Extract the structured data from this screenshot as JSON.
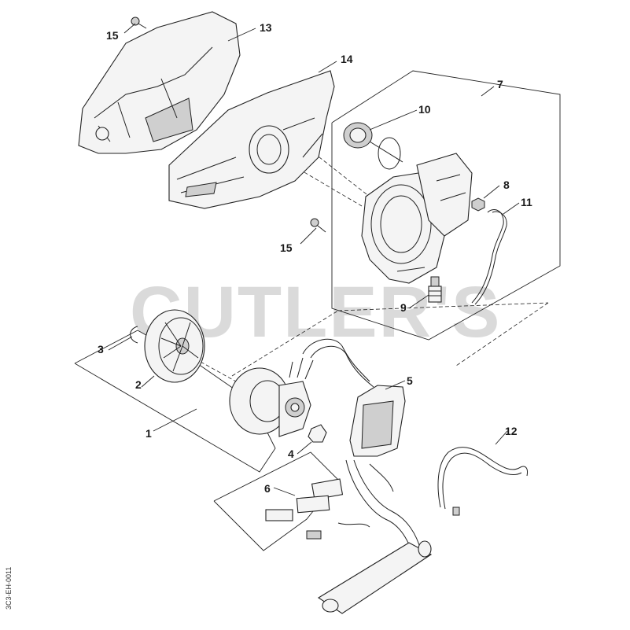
{
  "watermark": "CUTLER'S",
  "drawing_code": "3C3-EH-0011",
  "callouts": {
    "c1": "1",
    "c2": "2",
    "c3": "3",
    "c4": "4",
    "c5": "5",
    "c6": "6",
    "c7": "7",
    "c8": "8",
    "c9": "9",
    "c10": "10",
    "c11": "11",
    "c12": "12",
    "c13": "13",
    "c14": "14",
    "c15a": "15",
    "c15b": "15"
  }
}
